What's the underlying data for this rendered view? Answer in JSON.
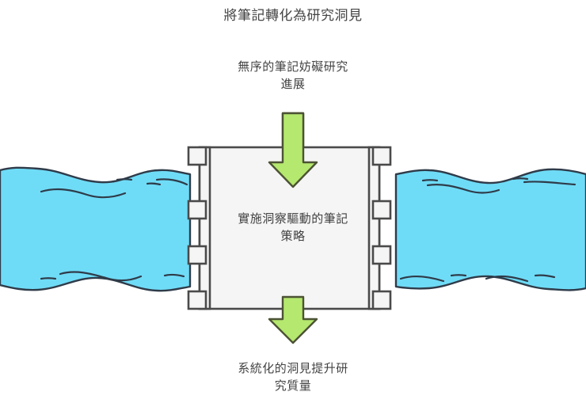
{
  "diagram": {
    "type": "dam-water-flow-concept",
    "title": "將筆記轉化為研究洞見",
    "top_caption": "無序的筆記妨礙研究\n進展",
    "center_label": "實施洞察驅動的筆記\n策略",
    "bottom_caption": "系統化的洞見提升研\n究質量",
    "colors": {
      "water": "#6fdcf7",
      "water_outline": "#2f3b49",
      "dam_fill": "#f5f5f5",
      "dam_outline": "#4a4a4a",
      "arrow_fill": "#b5e86e",
      "arrow_outline": "#4c5334",
      "text": "#444444",
      "background": "#ffffff"
    },
    "elements": {
      "dam_name": "dam-barrier",
      "left_water_name": "water-left",
      "right_water_name": "water-right",
      "arrow_top_name": "arrow-down-top",
      "arrow_bottom_name": "arrow-down-bottom"
    }
  }
}
